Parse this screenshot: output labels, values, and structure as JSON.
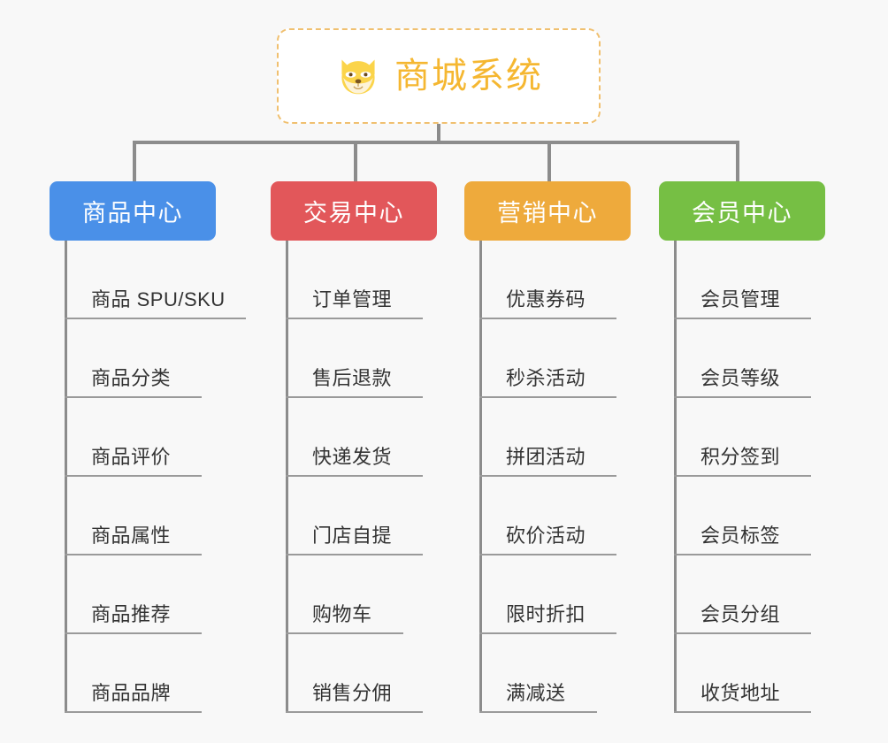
{
  "background_color": "#f8f8f8",
  "root": {
    "title": "商城系统",
    "icon": "shiba-dog-icon",
    "text_color": "#f5b731",
    "border_color": "#f0c070",
    "background_color": "#ffffff"
  },
  "connector_color": "#8c8c8c",
  "branches": [
    {
      "label": "商品中心",
      "color": "#4a90e8",
      "items": [
        {
          "label": "商品 SPU/SKU",
          "rule_width": 205
        },
        {
          "label": "商品分类",
          "rule_width": 155
        },
        {
          "label": "商品评价",
          "rule_width": 155
        },
        {
          "label": "商品属性",
          "rule_width": 155
        },
        {
          "label": "商品推荐",
          "rule_width": 155
        },
        {
          "label": "商品品牌",
          "rule_width": 155
        }
      ]
    },
    {
      "label": "交易中心",
      "color": "#e2575a",
      "items": [
        {
          "label": "订单管理",
          "rule_width": 155
        },
        {
          "label": "售后退款",
          "rule_width": 155
        },
        {
          "label": "快递发货",
          "rule_width": 155
        },
        {
          "label": "门店自提",
          "rule_width": 155
        },
        {
          "label": "购物车",
          "rule_width": 133
        },
        {
          "label": "销售分佣",
          "rule_width": 155
        }
      ]
    },
    {
      "label": "营销中心",
      "color": "#eeaa3c",
      "items": [
        {
          "label": "优惠券码",
          "rule_width": 155
        },
        {
          "label": "秒杀活动",
          "rule_width": 155
        },
        {
          "label": "拼团活动",
          "rule_width": 155
        },
        {
          "label": "砍价活动",
          "rule_width": 155
        },
        {
          "label": "限时折扣",
          "rule_width": 155
        },
        {
          "label": "满减送",
          "rule_width": 133
        }
      ]
    },
    {
      "label": "会员中心",
      "color": "#76bf44",
      "items": [
        {
          "label": "会员管理",
          "rule_width": 155
        },
        {
          "label": "会员等级",
          "rule_width": 155
        },
        {
          "label": "积分签到",
          "rule_width": 155
        },
        {
          "label": "会员标签",
          "rule_width": 155
        },
        {
          "label": "会员分组",
          "rule_width": 155
        },
        {
          "label": "收货地址",
          "rule_width": 155
        }
      ]
    }
  ]
}
